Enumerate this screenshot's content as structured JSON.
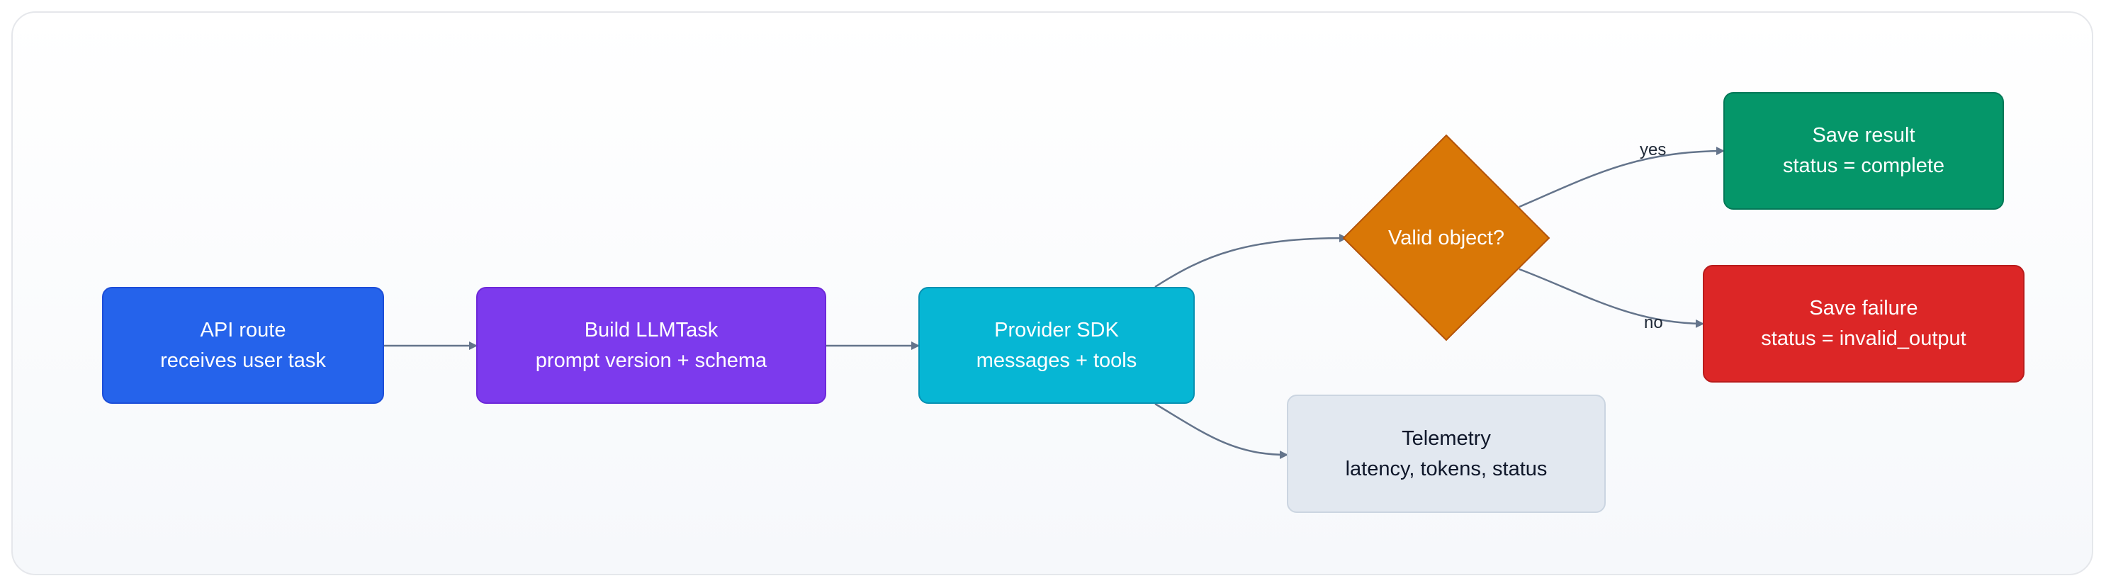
{
  "nodes": {
    "api_route": {
      "line1": "API route",
      "line2": "receives user task",
      "color": "#2563eb"
    },
    "build_task": {
      "line1": "Build LLMTask",
      "line2": "prompt version + schema",
      "color": "#7c3aed"
    },
    "provider_sdk": {
      "line1": "Provider SDK",
      "line2": "messages + tools",
      "color": "#06b6d4"
    },
    "decision": {
      "label": "Valid object?",
      "color": "#d97706"
    },
    "save_result": {
      "line1": "Save result",
      "line2": "status = complete",
      "color": "#059669"
    },
    "save_failure": {
      "line1": "Save failure",
      "line2": "status = invalid_output",
      "color": "#dc2626"
    },
    "telemetry": {
      "line1": "Telemetry",
      "line2": "latency, tokens, status",
      "color": "#e2e8f0"
    }
  },
  "edges": {
    "yes_label": "yes",
    "no_label": "no",
    "color": "#64748b"
  }
}
